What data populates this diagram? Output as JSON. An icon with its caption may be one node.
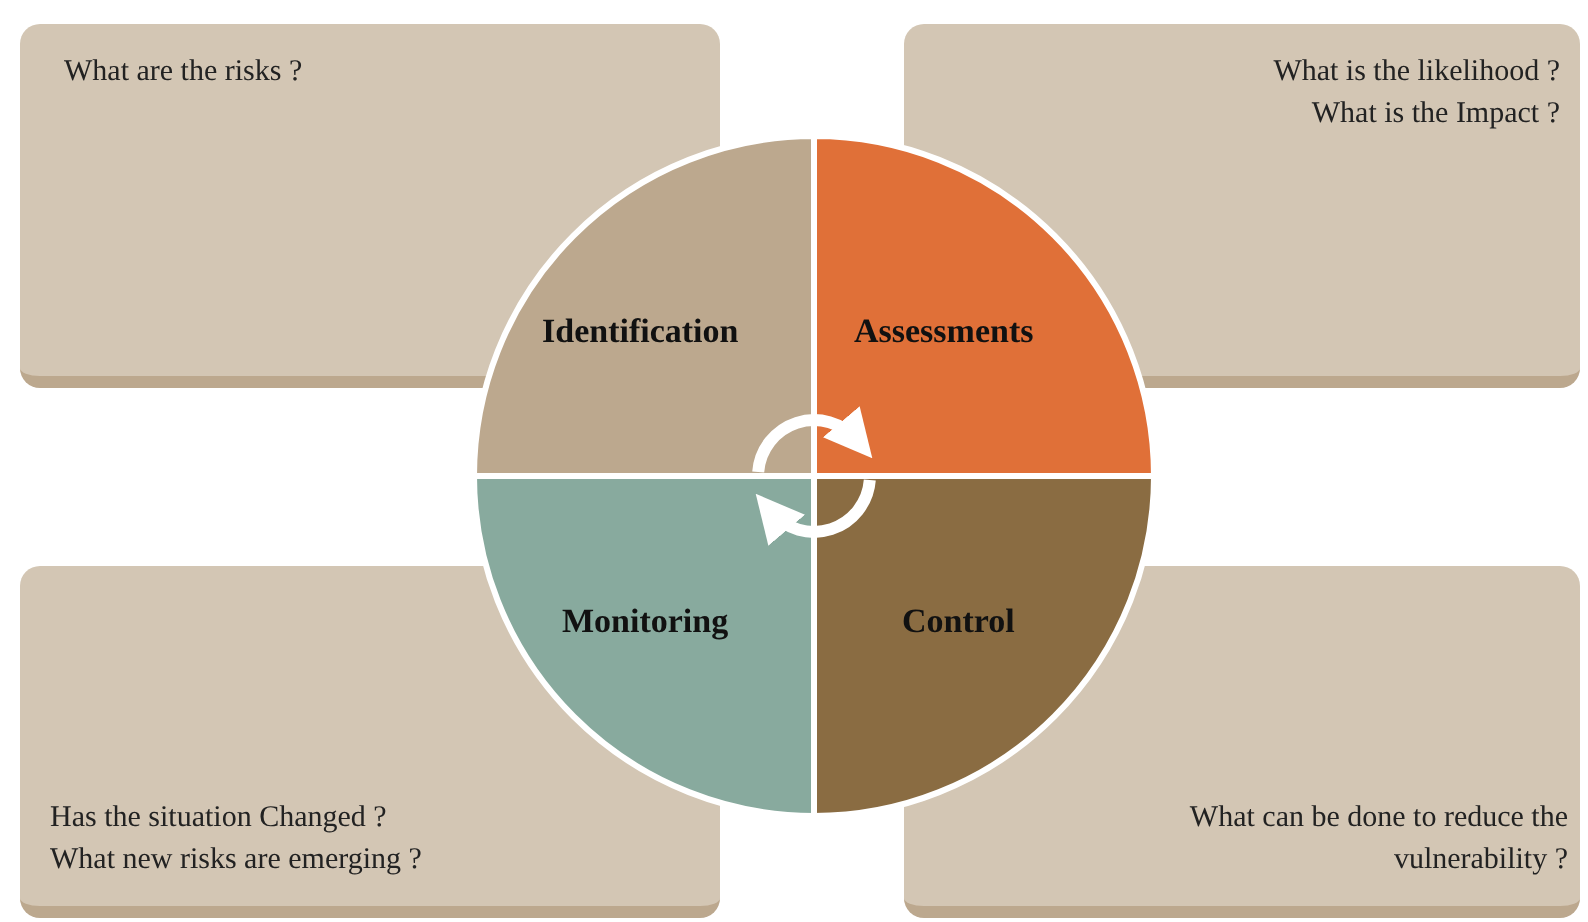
{
  "diagram": {
    "nodes": [
      {
        "text": [
          "What are the risks ?"
        ]
      },
      {
        "text": [
          "What is the likelihood ?",
          "What is the Impact ?"
        ]
      },
      {
        "text": [
          "Has the situation Changed ?",
          "What new risks are emerging ?"
        ]
      },
      {
        "text": [
          "What can be done to reduce the vulnerability ?"
        ]
      },
      {
        "text": [
          "Identification"
        ]
      },
      {
        "text": [
          "Assessments"
        ]
      },
      {
        "text": [
          "Control"
        ]
      },
      {
        "text": [
          "Monitoring"
        ]
      }
    ],
    "edges": [
      {
        "from": 4,
        "to": 5,
        "arrow": "to"
      },
      {
        "from": 6,
        "to": 7,
        "arrow": "to"
      }
    ]
  }
}
